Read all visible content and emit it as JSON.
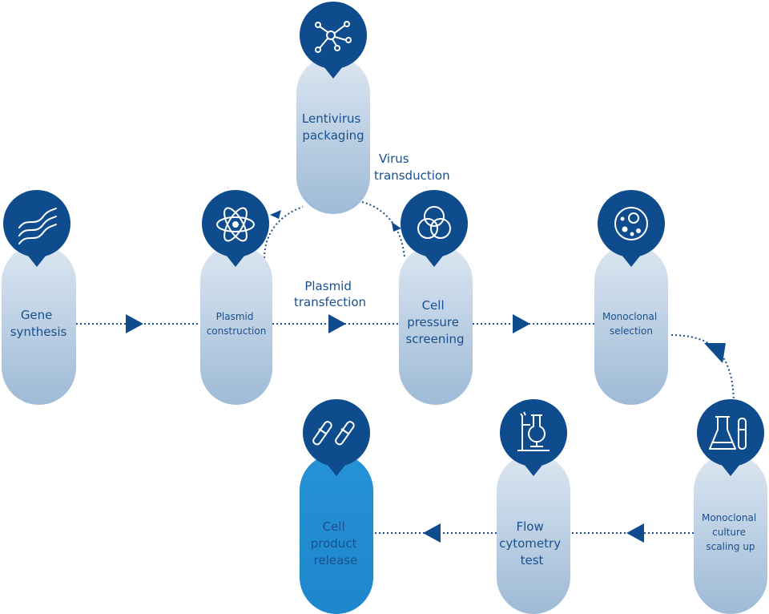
{
  "colors": {
    "primary": "#0e4c8e",
    "pill_light": "#dbe6f1",
    "pill_dark": "#9ebad6",
    "highlight_top": "#2692d6",
    "highlight_bottom": "#1e86cc",
    "text": "#1a4f8e",
    "connector": "#1e4f8c"
  },
  "steps": {
    "gene_synthesis": {
      "label_lines": [
        "Gene",
        "synthesis"
      ],
      "icon": "dna-strands-icon"
    },
    "plasmid_construction": {
      "label_lines": [
        "Plasmid",
        "construction"
      ],
      "icon": "atom-icon"
    },
    "lentivirus_packaging": {
      "label_lines": [
        "Lentivirus",
        "packaging"
      ],
      "icon": "molecule-network-icon"
    },
    "cell_pressure_screening": {
      "label_lines": [
        "Cell",
        "pressure",
        "screening"
      ],
      "icon": "venn-circles-icon"
    },
    "monoclonal_selection": {
      "label_lines": [
        "Monoclonal",
        "selection"
      ],
      "icon": "cell-icon"
    },
    "monoclonal_culture": {
      "label_lines": [
        "Monoclonal",
        "culture",
        "scaling up"
      ],
      "icon": "lab-flasks-icon"
    },
    "flow_cytometry": {
      "label_lines": [
        "Flow",
        "cytometry",
        "test"
      ],
      "icon": "distillation-icon"
    },
    "cell_product_release": {
      "label_lines": [
        "Cell",
        "product",
        "release"
      ],
      "icon": "test-tubes-icon"
    }
  },
  "connector_labels": {
    "plasmid_transfection": [
      "Plasmid",
      "transfection"
    ],
    "virus_transduction": [
      "Virus",
      "transduction"
    ]
  }
}
